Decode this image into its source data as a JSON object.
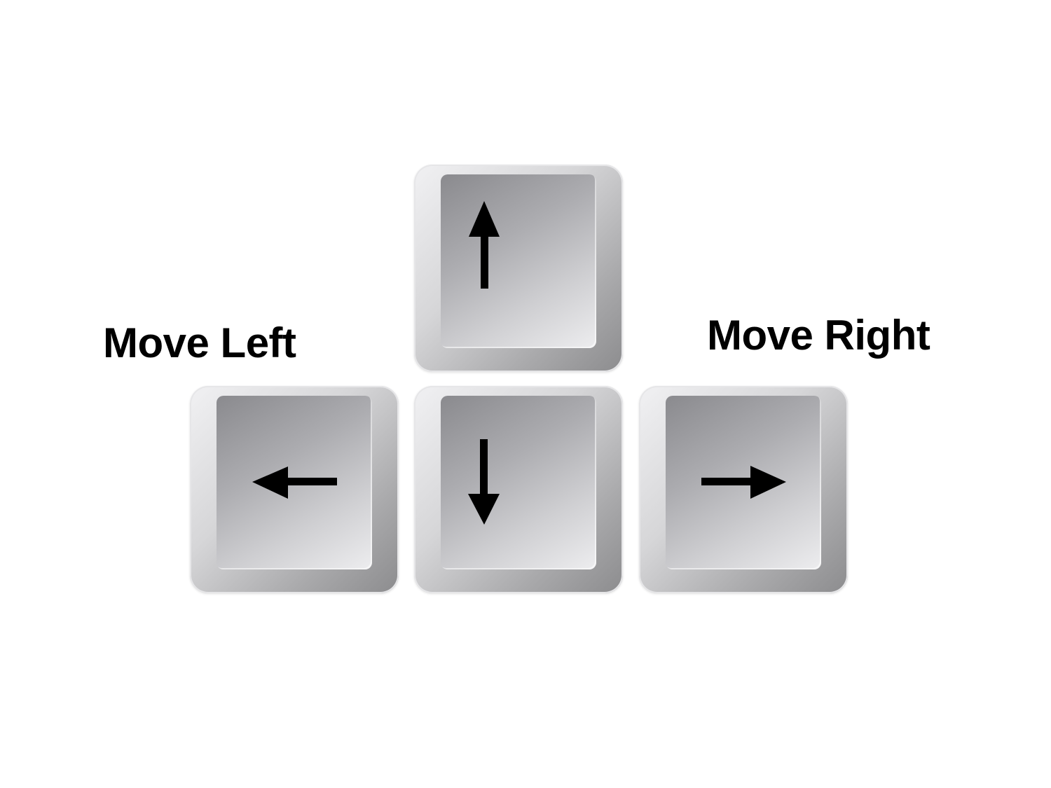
{
  "labels": {
    "move_left": "Move Left",
    "move_right": "Move Right"
  },
  "keys": [
    {
      "name": "up-arrow-key",
      "icon": "arrow-up-icon"
    },
    {
      "name": "left-arrow-key",
      "icon": "arrow-left-icon"
    },
    {
      "name": "down-arrow-key",
      "icon": "arrow-down-icon"
    },
    {
      "name": "right-arrow-key",
      "icon": "arrow-right-icon"
    }
  ],
  "colors": {
    "text": "#000000",
    "key_light": "#f1f1f3",
    "key_dark": "#8c8c8e",
    "arrow": "#000000"
  }
}
